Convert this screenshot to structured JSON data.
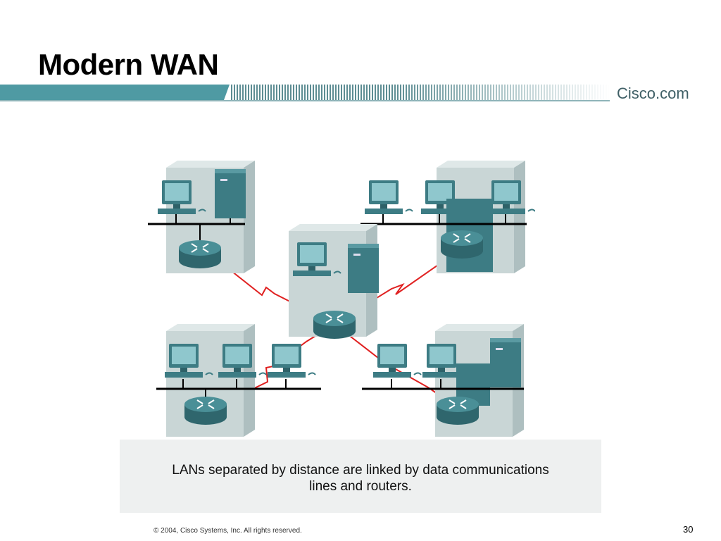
{
  "slide": {
    "title": "Modern WAN",
    "brand": "Cisco.com",
    "caption": "LANs separated by distance are linked by data communications\nlines and routers.",
    "footer": {
      "copyright": "© 2004, Cisco Systems, Inc. All rights reserved.",
      "page_number": "30"
    }
  },
  "colors": {
    "header_teal": "#4f9aa3",
    "link_red": "#e02020",
    "device_teal": "#3d7c84",
    "building_gray": "#c9d6d6",
    "caption_bg": "#eef0f0"
  },
  "diagram": {
    "sites": [
      {
        "id": "top-left",
        "workstations": 1,
        "servers": 1,
        "routers": 1
      },
      {
        "id": "top-right",
        "workstations": 3,
        "servers": 0,
        "routers": 1
      },
      {
        "id": "center",
        "workstations": 1,
        "servers": 1,
        "routers": 1
      },
      {
        "id": "bottom-left",
        "workstations": 3,
        "servers": 0,
        "routers": 1
      },
      {
        "id": "bottom-right",
        "workstations": 2,
        "servers": 1,
        "routers": 1
      }
    ],
    "links": [
      {
        "from": "center",
        "to": "top-left",
        "type": "wan-serial"
      },
      {
        "from": "center",
        "to": "top-right",
        "type": "wan-serial"
      },
      {
        "from": "center",
        "to": "bottom-left",
        "type": "wan-serial"
      },
      {
        "from": "center",
        "to": "bottom-right",
        "type": "wan"
      }
    ]
  }
}
